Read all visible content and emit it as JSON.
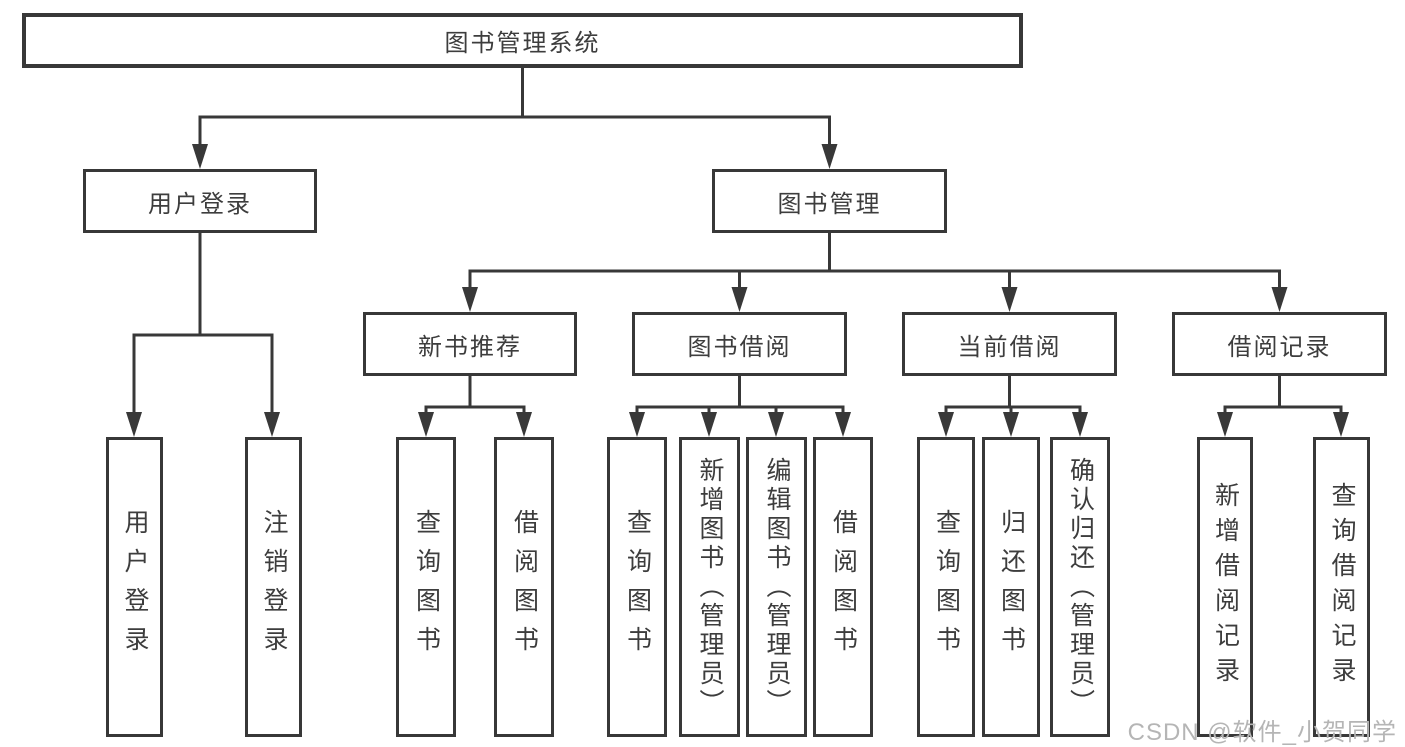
{
  "colors": {
    "line": "#383838",
    "box_border": "#383838",
    "text": "#3d3d3d",
    "background": "#ffffff",
    "watermark": "#b5b5b5"
  },
  "diagram": {
    "root": {
      "label": "图书管理系统"
    },
    "branches": [
      {
        "label": "用户登录",
        "children": [
          {
            "label": "用户登录"
          },
          {
            "label": "注销登录"
          }
        ]
      },
      {
        "label": "图书管理",
        "children": [
          {
            "label": "新书推荐",
            "children": [
              {
                "label": "查询图书"
              },
              {
                "label": "借阅图书"
              }
            ]
          },
          {
            "label": "图书借阅",
            "children": [
              {
                "label": "查询图书"
              },
              {
                "label": "新增图书（管理员）"
              },
              {
                "label": "编辑图书（管理员）"
              },
              {
                "label": "借阅图书"
              }
            ]
          },
          {
            "label": "当前借阅",
            "children": [
              {
                "label": "查询图书"
              },
              {
                "label": "归还图书"
              },
              {
                "label": "确认归还（管理员）"
              }
            ]
          },
          {
            "label": "借阅记录",
            "children": [
              {
                "label": "新增借阅记录"
              },
              {
                "label": "查询借阅记录"
              }
            ]
          }
        ]
      }
    ]
  },
  "watermark": {
    "text": "CSDN @软件_小贺同学"
  }
}
